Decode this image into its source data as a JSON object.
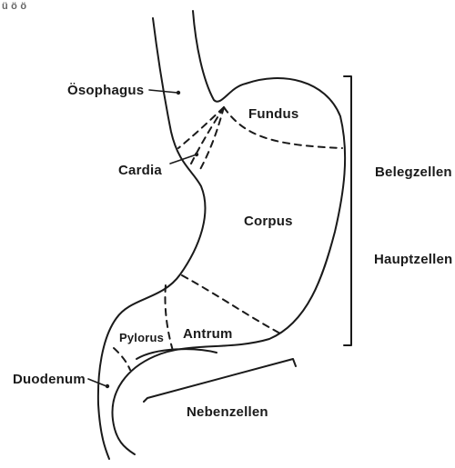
{
  "header_fragment": "ü ö ö",
  "labels": {
    "oesophagus": "Ösophagus",
    "fundus": "Fundus",
    "cardia": "Cardia",
    "corpus": "Corpus",
    "belegzellen": "Belegzellen",
    "hauptzellen": "Hauptzellen",
    "pylorus": "Pylorus",
    "antrum": "Antrum",
    "duodenum": "Duodenum",
    "nebenzellen": "Nebenzellen"
  }
}
